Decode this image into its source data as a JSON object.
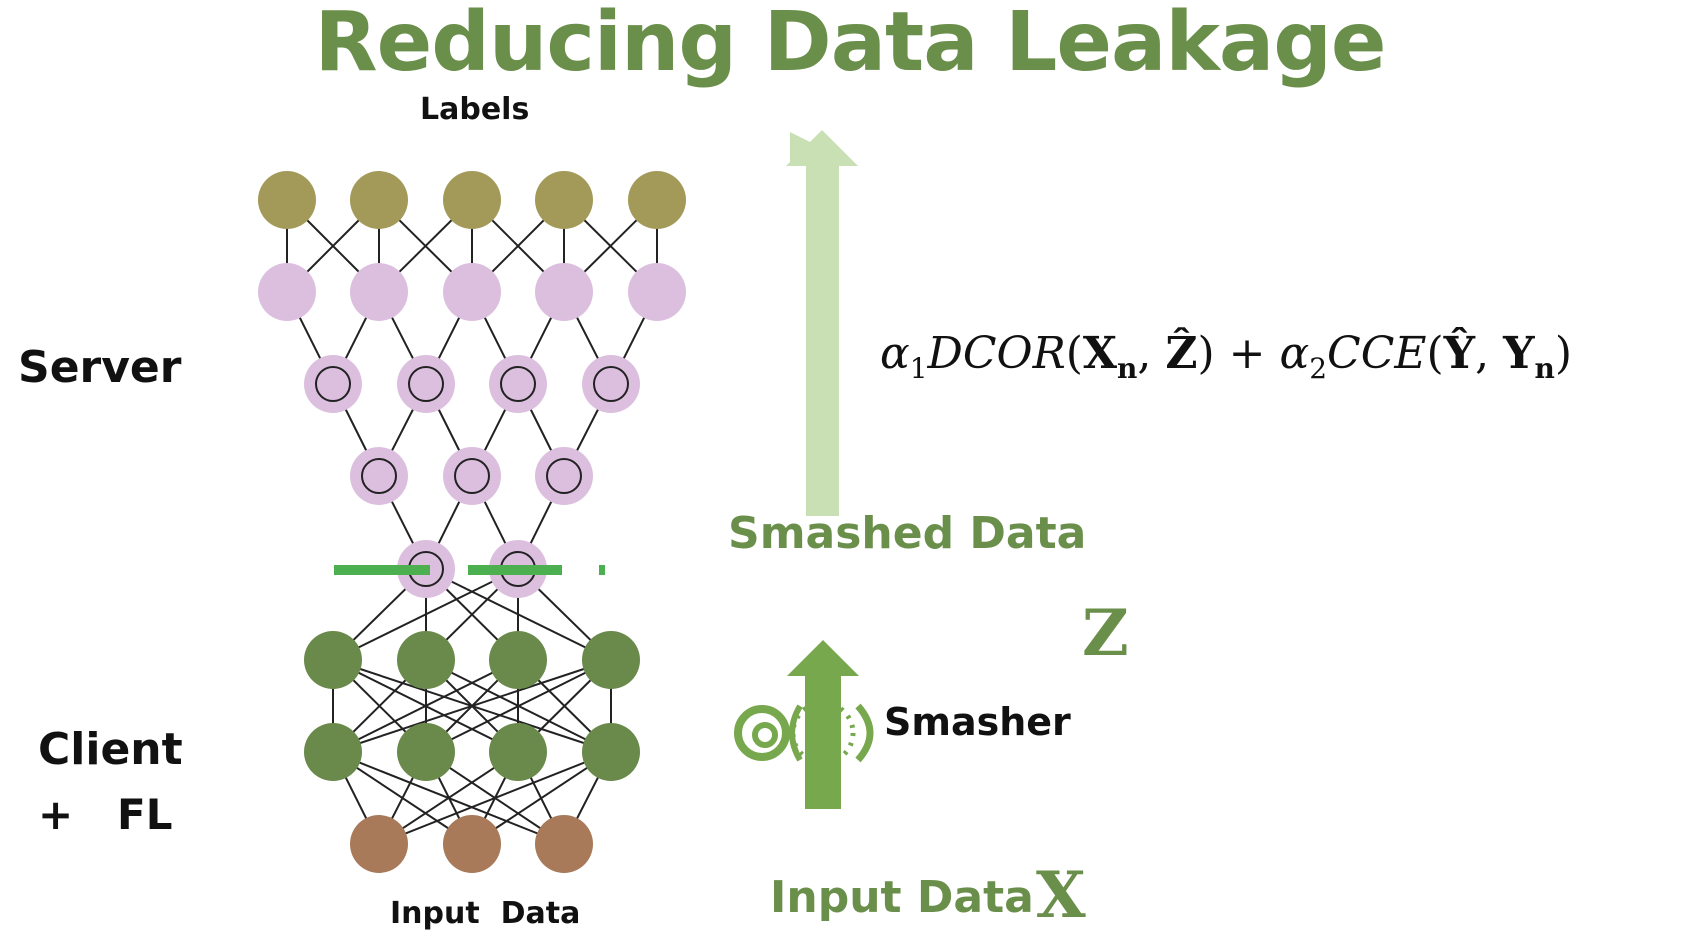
{
  "title": "Reducing Data Leakage",
  "labels": {
    "top": "Labels",
    "server": "Server",
    "client": "Client",
    "fl": "+   FL",
    "input_bottom": "Input  Data",
    "smashed": "Smashed Data",
    "input_data": "Input Data",
    "x_symbol": "X",
    "z_symbol": "Z",
    "smasher": "Smasher"
  },
  "formula": {
    "a1": "α",
    "a1_sub": "1",
    "dcor": "DCOR",
    "open1": "(",
    "xn": "X",
    "xn_sub": "n",
    "comma1": ", ",
    "zhat": "Ẑ",
    "close1": ")",
    "plus": " + ",
    "a2": "α",
    "a2_sub": "2",
    "cce": "CCE",
    "open2": "(",
    "yhat": "Ŷ",
    "comma2": ", ",
    "yn": "Y",
    "yn_sub": "n",
    "close2": ")"
  },
  "colors": {
    "title_green": "#6a8f4a",
    "output_node": "#a39a5a",
    "server_node": "#dcbfdf",
    "client_node": "#6a8a4c",
    "input_node": "#a87a5a",
    "cut_line": "#4caf50",
    "arrow_light": "#c8e0b4",
    "arrow_dark": "#78a84e"
  }
}
